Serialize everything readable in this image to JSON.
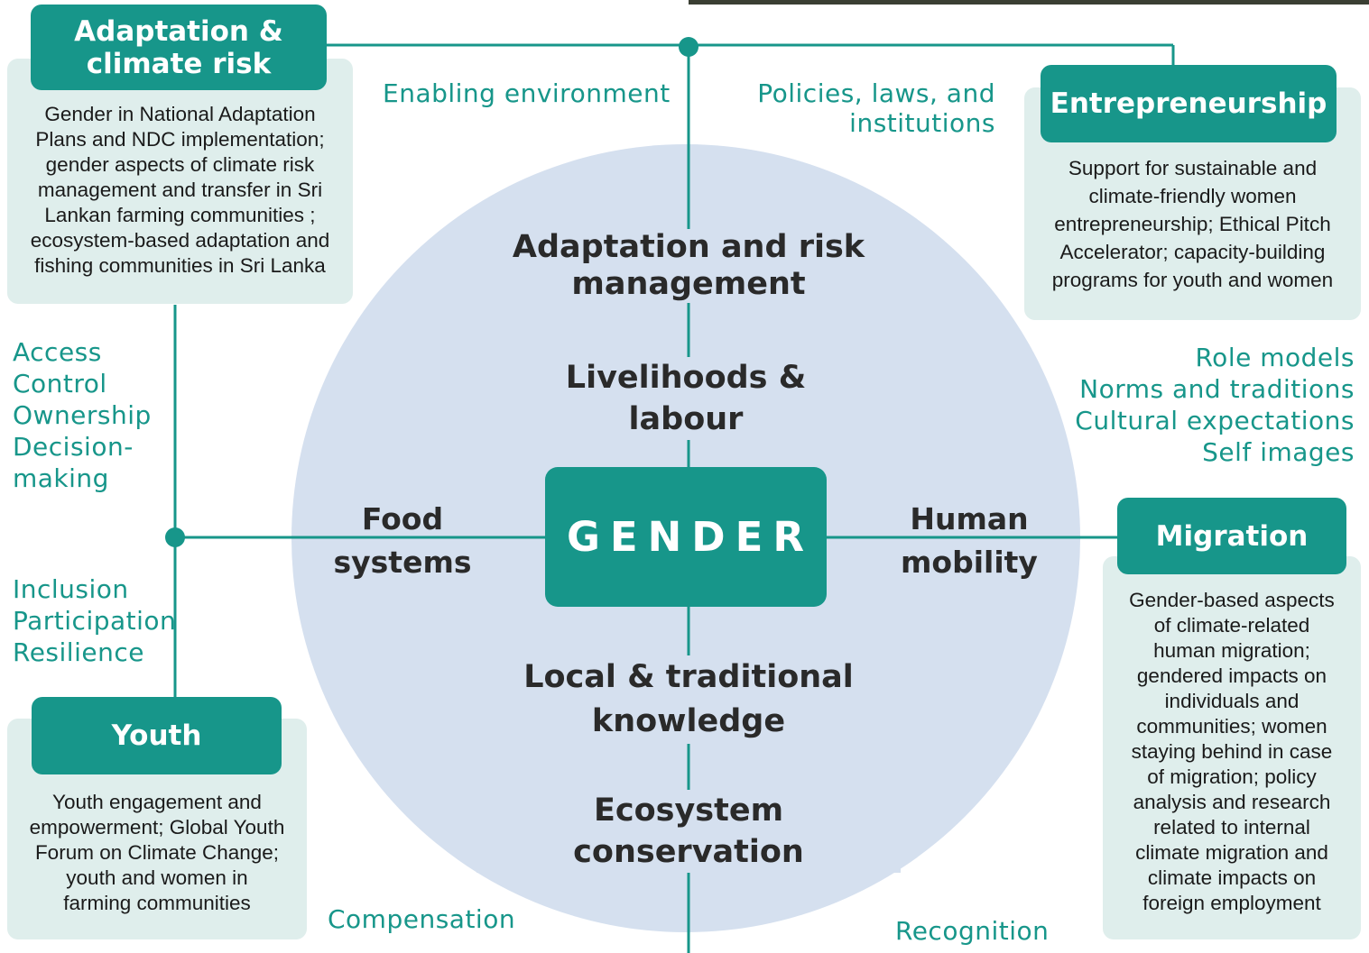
{
  "center": "GENDER",
  "colors": {
    "teal": "#17968a",
    "card_bg": "#dfeeec",
    "circle_bg": "#d5e0ef",
    "text_dark": "#2a2a2a"
  },
  "themes": {
    "adaptation": "Adaptation and risk\nmanagement",
    "livelihoods": "Livelihoods & labour",
    "food": "Food\nsystems",
    "mobility": "Human\nmobility",
    "knowledge": "Local & traditional\nknowledge",
    "ecosystem": "Ecosystem conservation"
  },
  "cards": {
    "adaptation": {
      "title": "Adaptation &\nclimate risk",
      "text": "Gender in National Adaptation\nPlans and NDC implementation;\ngender aspects of climate risk\nmanagement and transfer in Sri\nLankan farming communities ;\necosystem-based adaptation and\nfishing communities in Sri Lanka"
    },
    "entrepreneurship": {
      "title": "Entrepreneurship",
      "text": "Support for sustainable and\nclimate-friendly women\nentrepreneurship; Ethical Pitch\nAccelerator; capacity-building\nprograms for youth and women"
    },
    "youth": {
      "title": "Youth",
      "text": "Youth engagement and\nempowerment; Global Youth\nForum on Climate Change;\nyouth  and women in\nfarming communities"
    },
    "migration": {
      "title": "Migration",
      "text": "Gender-based aspects\nof climate-related\nhuman migration;\ngendered impacts on\nindividuals and\ncommunities; women\nstaying behind in case\nof migration; policy\nanalysis and research\nrelated to internal\nclimate migration and\nclimate impacts on\nforeign employment"
    }
  },
  "labels": {
    "enabling": "Enabling environment",
    "policies": "Policies, laws, and\ninstitutions",
    "access": "Access\nControl\nOwnership\nDecision-\nmaking",
    "norms": "Role models\nNorms and traditions\nCultural expectations\nSelf images",
    "inclusion": "Inclusion\nParticipation\nResilience",
    "compensation": "Compensation",
    "recognition": "Recognition"
  }
}
